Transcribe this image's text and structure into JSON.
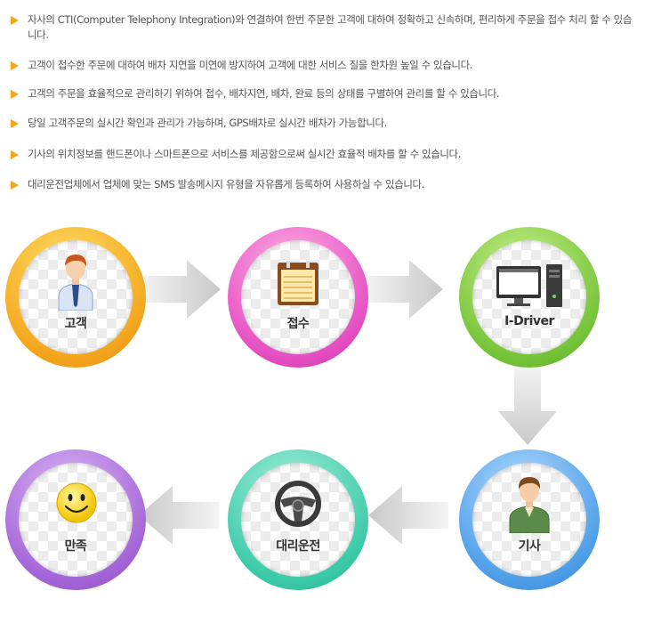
{
  "bullets": [
    "자사의 CTI(Computer Telephony Integration)와 연결하여 한번 주문한 고객에 대하여 정확하고 신속하며, 편리하게 주문을 접수 처리 할 수 있습니다.",
    "고객이 접수한 주문에 대하여 배차 지연을 미연에 방지하여 고객에 대한 서비스 질을 한차원 높일 수 있습니다.",
    "고객의 주문을 효율적으로 관리하기 위하여 접수, 배차지연, 배차, 완료 등의 상태를 구별하여 관리를 할 수 있습니다.",
    "당일 고객주문의 실시간 확인과 관리가 가능하며, GPS배차로 실시간 배차가 가능합니다.",
    "기사의 위치정보를 핸드폰이나 스마트폰으로 서비스를 제공함으로써 실시간 효율적 배차를 할 수 있습니다.",
    "대리운전업체에서 업체에 맞는 SMS 발송메시지 유형을 자유롭게 등록하여 사용하실 수 있습니다."
  ],
  "flow": {
    "customer": {
      "label": "고객",
      "icon": "customer-person-icon"
    },
    "receipt": {
      "label": "접수",
      "icon": "notepad-icon"
    },
    "idriver": {
      "label": "I-Driver",
      "icon": "computer-icon"
    },
    "driver": {
      "label": "기사",
      "icon": "driver-person-icon"
    },
    "proxy": {
      "label": "대리운전",
      "icon": "steering-wheel-icon"
    },
    "satisfy": {
      "label": "만족",
      "icon": "smiley-icon"
    }
  },
  "colors": {
    "bullet": "#f2a61c",
    "customer": "#f4a51c",
    "receipt": "#e54fc2",
    "idriver": "#76c43a",
    "driver": "#4e9ee8",
    "proxy": "#3ccaa8",
    "satisfy": "#a465d8",
    "arrow": "#d0d0d0"
  }
}
